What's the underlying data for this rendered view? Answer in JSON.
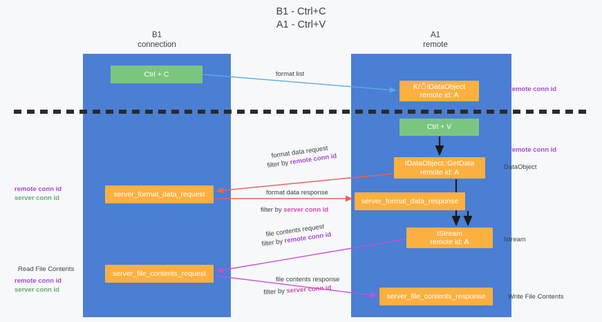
{
  "title": {
    "line1": "B1 - Ctrl+C",
    "line2": "A1 - Ctrl+V"
  },
  "lanes": [
    {
      "id": "b1",
      "name": "B1",
      "role": "connection",
      "color": "#4a7fd4"
    },
    {
      "id": "a1",
      "name": "A1",
      "role": "remote",
      "color": "#4a7fd4"
    }
  ],
  "colors": {
    "lane": "#4a7fd4",
    "green_box": "#7ac67f",
    "orange_box": "#fbb040",
    "remote_conn_id": "#a64ad0",
    "server_conn_id_green": "#6aab6e",
    "server_conn_id_pink": "#d44ab0",
    "arrow_blue": "#5aa9e6",
    "arrow_red": "#e8645a",
    "arrow_magenta": "#c94fd4",
    "arrow_black": "#1a1a1a",
    "divider": "#2b2b2b",
    "background": "#f7f8fa",
    "text": "#3c4043"
  },
  "boxes": {
    "ctrl_c": {
      "label": "Ctrl + C",
      "kind": "green"
    },
    "idataobject": {
      "line1": "Ƙ/ঁIDataObject",
      "line2": "remote id: A",
      "kind": "orange"
    },
    "ctrl_v": {
      "label": "Ctrl + V",
      "kind": "green"
    },
    "getdata": {
      "line1": "IDataObject::GetData",
      "line2": "remote id: A",
      "kind": "orange"
    },
    "server_format_data_request": {
      "label": "server_format_data_request",
      "kind": "orange"
    },
    "server_format_data_response": {
      "label": "server_format_data_response",
      "kind": "orange"
    },
    "istream": {
      "line1": "IStream",
      "line2": "remote id: A",
      "kind": "orange"
    },
    "server_file_contents_request": {
      "label": "server_file_contents_request",
      "kind": "orange"
    },
    "server_file_contents_response": {
      "label": "server_file_contents_response",
      "kind": "orange"
    }
  },
  "edge_labels": {
    "format_list": "format list",
    "format_data_request": "format data request",
    "format_data_request_filter_prefix": "filter by ",
    "format_data_request_filter_value": "remote conn id",
    "format_data_response": "format data response",
    "format_data_response_filter_prefix": "filter by ",
    "format_data_response_filter_value": "server conn id",
    "file_contents_request": "file contents request",
    "file_contents_request_filter_prefix": "filter by ",
    "file_contents_request_filter_value": "remote conn id",
    "file_contents_response": "file contents response",
    "file_contents_response_filter_prefix": "filter by ",
    "file_contents_response_filter_value": "server conn id"
  },
  "annotations": {
    "right_remote_conn_top": "remote conn id",
    "right_remote_conn_dataobject": "remote conn id",
    "right_dataobject": "DataObject",
    "right_istream": "Istream",
    "right_write_file_contents": "Write File Contents",
    "left_remote_conn_id": "remote conn id",
    "left_server_conn_id": "server conn id",
    "left_read_file_contents": "Read File Contents",
    "left_remote_conn_id_2": "remote conn id",
    "left_server_conn_id_2": "server conn id"
  }
}
